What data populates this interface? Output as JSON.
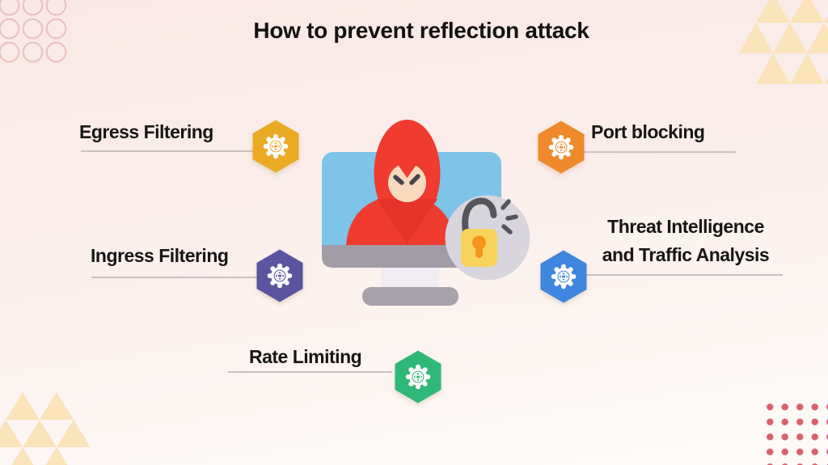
{
  "title": "How to prevent reflection attack",
  "background": {
    "top_color": "#FAE8E5",
    "bottom_color": "#FDFBF9"
  },
  "items": [
    {
      "label": "Egress Filtering",
      "color": "#EAAA24",
      "icon": "gear-globe"
    },
    {
      "label": "Port blocking",
      "color": "#EE8A2B",
      "icon": "gear-globe"
    },
    {
      "label": "Ingress Filtering",
      "color": "#5B55A0",
      "icon": "gear-globe"
    },
    {
      "label": "Threat Intelligence and Traffic Analysis",
      "lines": [
        "Threat Intelligence",
        "and Traffic Analysis"
      ],
      "color": "#3E86DE",
      "icon": "gear-globe"
    },
    {
      "label": "Rate Limiting",
      "color": "#2FB878",
      "icon": "gear-globe"
    }
  ],
  "illustration": {
    "name": "hacker-on-monitor-with-unlocked-padlock",
    "colors": {
      "screen": "#7EC4E9",
      "frame": "#A29CA7",
      "stand_neck": "#EFEDF2",
      "stand_base": "#A7A1AB",
      "hood": "#EF3B30",
      "hood_shade": "#E63329",
      "face": "#FBD9BE",
      "eyes": "#46464B",
      "badge": "#D8D5DD",
      "lock_body": "#F9D45C",
      "lock_metal": "#55565B",
      "keyhole": "#F6941E"
    }
  },
  "decorations": {
    "circles_color": "#E9C0C3",
    "triangles_color": "#FBE3BA",
    "dots_color": "#D9606C"
  }
}
